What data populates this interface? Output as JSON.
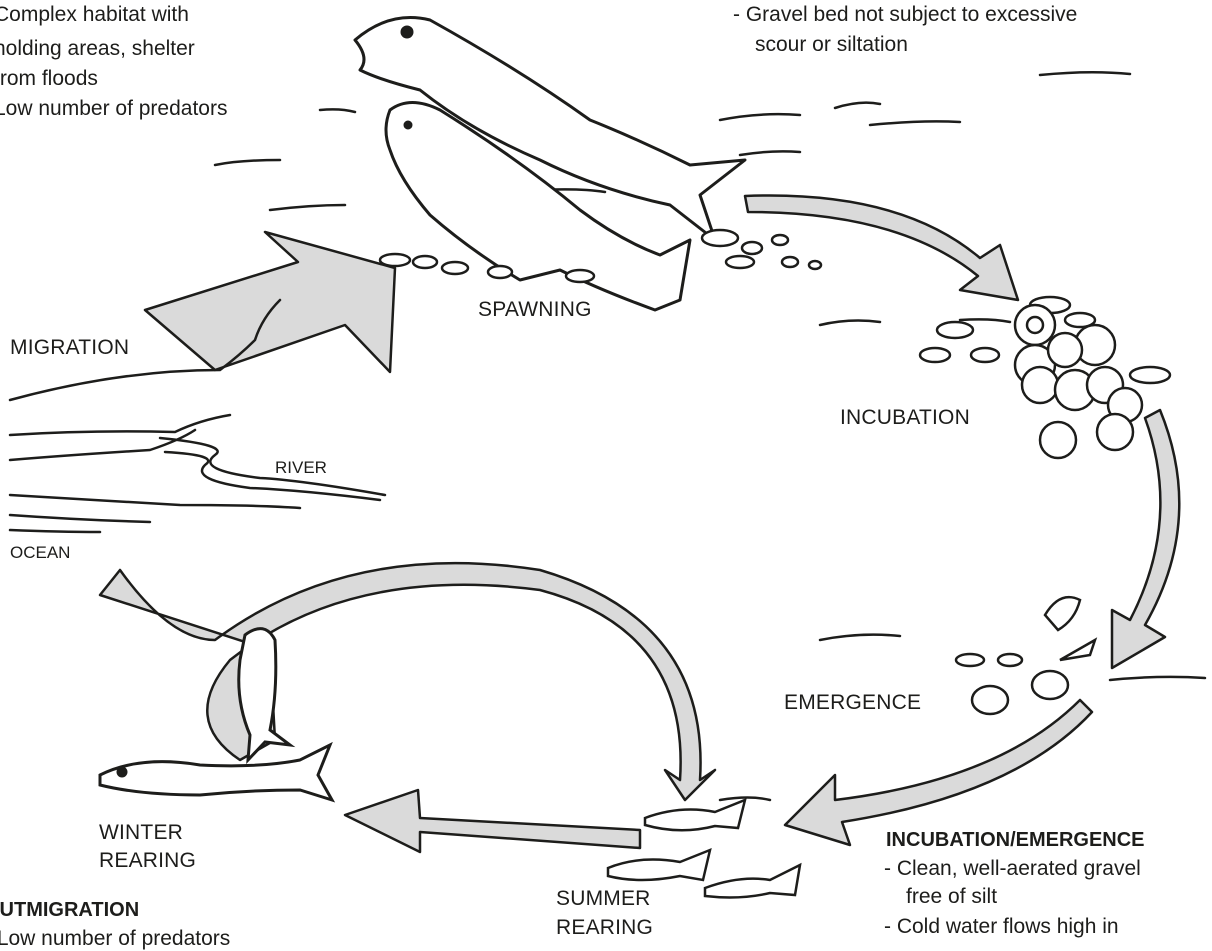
{
  "topleft_notes": {
    "line1": "Complex habitat with",
    "line2": "holding areas, shelter",
    "line3": "from floods",
    "line4": "Low number of predators"
  },
  "topright_notes": {
    "line1": "-  Gravel bed not subject to excessive",
    "line2": "scour or siltation"
  },
  "stages": {
    "spawning": "SPAWNING",
    "migration": "MIGRATION",
    "incubation": "INCUBATION",
    "emergence": "EMERGENCE",
    "winter_rearing_1": "WINTER",
    "winter_rearing_2": "REARING",
    "summer_rearing_1": "SUMMER",
    "summer_rearing_2": "REARING"
  },
  "places": {
    "river": "RIVER",
    "ocean": "OCEAN"
  },
  "incubation_block": {
    "heading": "INCUBATION/EMERGENCE",
    "item1_line1": "-  Clean, well-aerated gravel",
    "item1_line2": "free of silt",
    "item2_line1": "-  Cold water flows high in"
  },
  "outmigration_block": {
    "heading": "OUTMIGRATION",
    "item1": "-  Low number of predators"
  },
  "colors": {
    "arrow_fill": "#dadada",
    "line": "#1d1d1b"
  }
}
